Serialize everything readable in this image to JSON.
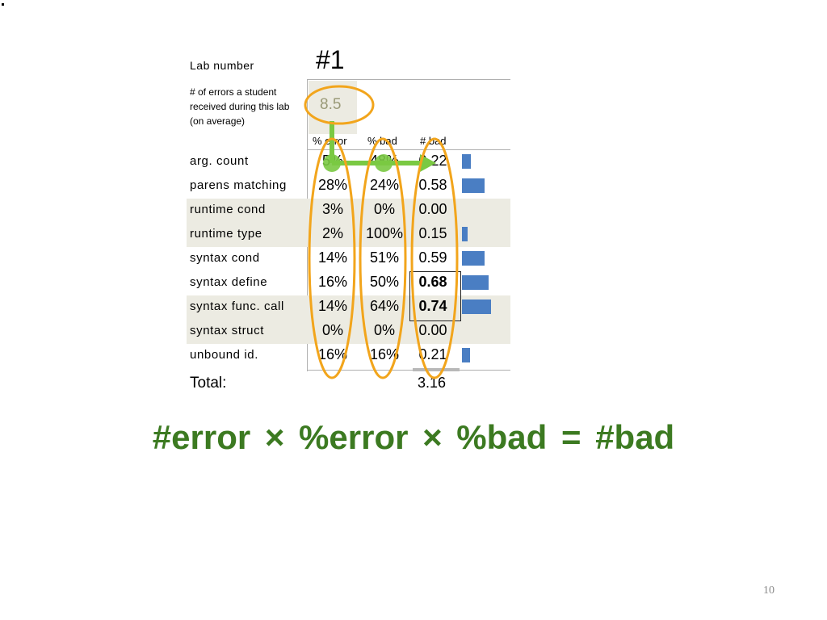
{
  "lab": {
    "label": "Lab number",
    "value": "#1"
  },
  "description": {
    "line1": "# of errors a student",
    "line2": "received during this lab",
    "line3": "(on average)"
  },
  "average_errors": "8.5",
  "headers": {
    "pct_error": "% error",
    "pct_bad": "% bad",
    "num_bad": "# bad"
  },
  "rows": [
    {
      "label": "arg. count",
      "pct_error": "5%",
      "pct_bad": "48%",
      "num_bad": "0.22",
      "bar": 0.22,
      "shaded": false
    },
    {
      "label": "parens matching",
      "pct_error": "28%",
      "pct_bad": "24%",
      "num_bad": "0.58",
      "bar": 0.58,
      "shaded": false
    },
    {
      "label": "runtime cond",
      "pct_error": "3%",
      "pct_bad": "0%",
      "num_bad": "0.00",
      "bar": 0.0,
      "shaded": true
    },
    {
      "label": "runtime type",
      "pct_error": "2%",
      "pct_bad": "100%",
      "num_bad": "0.15",
      "bar": 0.15,
      "shaded": true
    },
    {
      "label": "syntax cond",
      "pct_error": "14%",
      "pct_bad": "51%",
      "num_bad": "0.59",
      "bar": 0.59,
      "shaded": false
    },
    {
      "label": "syntax define",
      "pct_error": "16%",
      "pct_bad": "50%",
      "num_bad": "0.68",
      "bar": 0.68,
      "shaded": false,
      "bold": true
    },
    {
      "label": "syntax func. call",
      "pct_error": "14%",
      "pct_bad": "64%",
      "num_bad": "0.74",
      "bar": 0.74,
      "shaded": true,
      "bold": true
    },
    {
      "label": "syntax struct",
      "pct_error": "0%",
      "pct_bad": "0%",
      "num_bad": "0.00",
      "bar": 0.0,
      "shaded": true
    },
    {
      "label": "unbound id.",
      "pct_error": "16%",
      "pct_bad": "16%",
      "num_bad": "0.21",
      "bar": 0.21,
      "shaded": false
    }
  ],
  "total": {
    "label": "Total:",
    "value": "3.16"
  },
  "formula": "#error  ×  %error  ×  %bad  =  #bad",
  "page_number": "10",
  "colors": {
    "bar": "#4a7ec3",
    "shade": "#ecebe2",
    "highlight": "#f2a51c",
    "arrow": "#7ac943",
    "formula": "#3c7a21"
  }
}
